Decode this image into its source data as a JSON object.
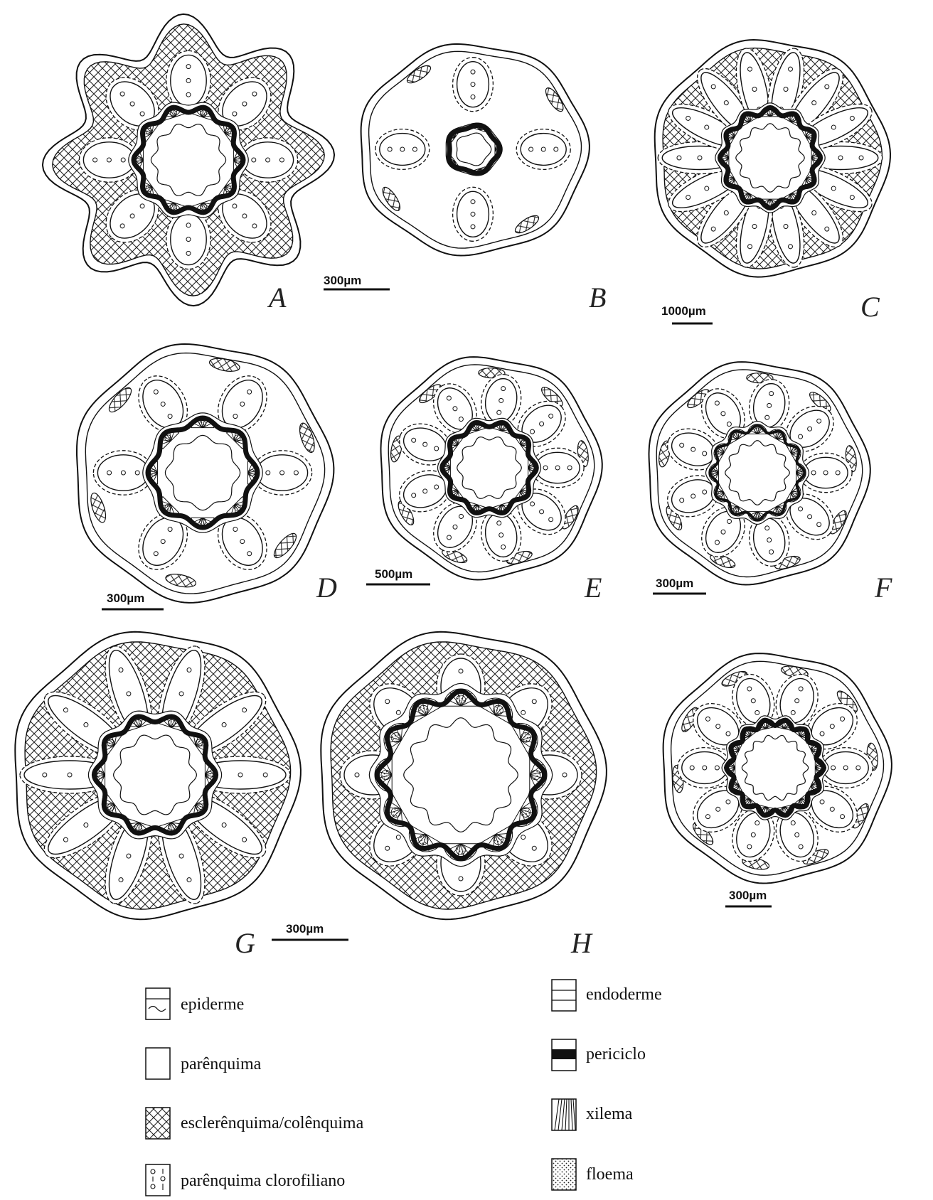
{
  "colors": {
    "ink": "#111111",
    "paper": "#ffffff",
    "sclerenchyma_pattern": "#222222"
  },
  "panels": [
    {
      "id": "A",
      "letter": "A",
      "scale": "300µm",
      "variant": "lobed",
      "bundles": 8,
      "ring_bumps": 10,
      "ring_weight": "thick"
    },
    {
      "id": "B",
      "letter": "B",
      "scale": "",
      "variant": "rounded",
      "bundles": 4,
      "ring_bumps": 5,
      "ring_weight": "thick"
    },
    {
      "id": "C",
      "letter": "C",
      "scale": "1000µm",
      "variant": "radial",
      "bundles": 14,
      "ring_bumps": 12,
      "ring_weight": "thick"
    },
    {
      "id": "D",
      "letter": "D",
      "scale": "300µm",
      "variant": "standard",
      "bundles": 6,
      "ring_bumps": 8,
      "ring_weight": "thick"
    },
    {
      "id": "E",
      "letter": "E",
      "scale": "500µm",
      "variant": "standard",
      "bundles": 9,
      "ring_bumps": 10,
      "ring_weight": "thick"
    },
    {
      "id": "F",
      "letter": "F",
      "scale": "300µm",
      "variant": "standard",
      "bundles": 9,
      "ring_bumps": 12,
      "ring_weight": "thin"
    },
    {
      "id": "G",
      "letter": "G",
      "scale": "300µm",
      "variant": "radial",
      "bundles": 10,
      "ring_bumps": 10,
      "ring_weight": "thick"
    },
    {
      "id": "H",
      "letter": "H",
      "scale": "",
      "variant": "ringed",
      "bundles": 8,
      "ring_bumps": 12,
      "ring_weight": "thick"
    },
    {
      "id": "I",
      "letter": "",
      "scale": "300µm",
      "variant": "standard",
      "bundles": 10,
      "ring_bumps": 14,
      "ring_weight": "thick"
    }
  ],
  "legend": [
    {
      "key": "epiderme",
      "label": "epiderme",
      "swatch": "epiderme"
    },
    {
      "key": "parenquima",
      "label": "parênquima",
      "swatch": "blank"
    },
    {
      "key": "esclerenquima",
      "label": "esclerênquima/colênquima",
      "swatch": "crosshatch"
    },
    {
      "key": "parenquima_clorofiliano",
      "label": "parênquima clorofiliano",
      "swatch": "chloro"
    },
    {
      "key": "endoderme",
      "label": "endoderme",
      "swatch": "endoderme"
    },
    {
      "key": "periciclo",
      "label": "periciclo",
      "swatch": "periciclo"
    },
    {
      "key": "xilema",
      "label": "xilema",
      "swatch": "xylem"
    },
    {
      "key": "floema",
      "label": "floema",
      "swatch": "dots"
    }
  ]
}
